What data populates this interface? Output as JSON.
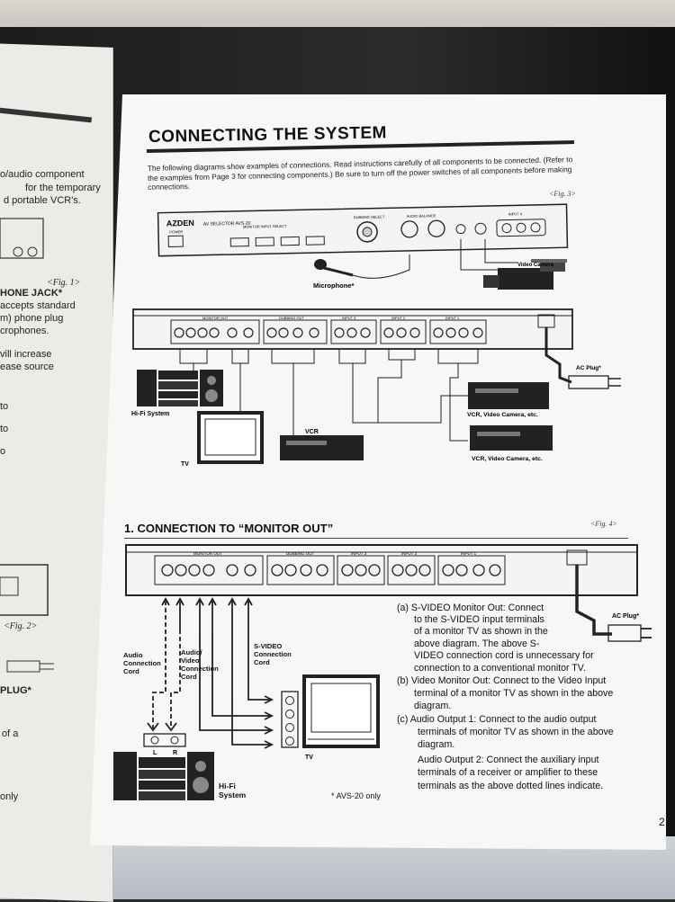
{
  "left_page": {
    "lines_top": [
      "o/audio component",
      "for the temporary",
      "d portable VCR's."
    ],
    "fig1": "<Fig. 1>",
    "jack_heading": "HONE JACK*",
    "jack_lines": [
      "accepts standard",
      "m) phone plug",
      "crophones."
    ],
    "mid_lines": [
      "vill increase",
      "ease source"
    ],
    "stub_lines": [
      "to",
      "to",
      "o"
    ],
    "fig2": "<Fig. 2>",
    "plug_label": "PLUG*",
    "of_a": "of a",
    "only": "only"
  },
  "page": {
    "title": "CONNECTING THE SYSTEM",
    "intro": "The following diagrams show examples of connections. Read instructions carefully of all components to be connected. (Refer to the examples from Page 3 for connecting components.) Be sure to turn off the power switches of all components before making connections.",
    "fig3": "<Fig. 3>",
    "fig4": "<Fig. 4>",
    "page_number": "2"
  },
  "fig3": {
    "brand": "AZDEN",
    "model": "AV SELECTOR  AVS-20",
    "monitor_select": "MONITOR INPUT SELECT",
    "dubbing_select": "DUBBING SELECT",
    "audio_balance": "AUDIO BALANCE",
    "power": "POWER",
    "input4": "INPUT 4",
    "microphone": "Microphone*",
    "video_camera": "Video Camera",
    "hifi": "Hi-Fi System",
    "vcr": "VCR",
    "vcr_cam_1": "VCR, Video Camera, etc.",
    "vcr_cam_2": "VCR, Video Camera, etc.",
    "tv": "TV",
    "ac_plug": "AC Plug*",
    "rear_sections": [
      "MONITOR OUT",
      "DUBBING OUT",
      "INPUT 3",
      "INPUT 2",
      "INPUT 1"
    ]
  },
  "section1": {
    "heading": "1. CONNECTION TO “MONITOR OUT”",
    "audio_cord": [
      "Audio",
      "Connection",
      "Cord"
    ],
    "av_cord": [
      "Audio/",
      "Video",
      "Connection",
      "Cord"
    ],
    "svideo_cord": [
      "S-VIDEO",
      "Connection",
      "Cord"
    ],
    "ac_plug": "AC Plug*",
    "tv": "TV",
    "hifi": [
      "Hi-Fi",
      "System"
    ],
    "l": "L",
    "r": "R",
    "note": "* AVS-20 only",
    "desc": [
      "(a)  S-VIDEO Monitor Out: Connect",
      "to the S-VIDEO input terminals",
      "of a monitor TV as shown in the",
      "above diagram. The above S-",
      "VIDEO connection cord is unnecessary for",
      "connection to a conventional monitor TV.",
      "(b)  Video Monitor Out: Connect to the Video Input",
      "terminal of a monitor TV as shown in the above",
      "diagram.",
      "(c)  Audio Output 1: Connect to the audio output",
      "terminals of monitor TV as shown in the above",
      "diagram.",
      "Audio Output 2: Connect the auxiliary input",
      "terminals of a receiver or amplifier to these",
      "terminals as the above dotted lines indicate."
    ],
    "rear_sections": [
      "MONITOR OUT",
      "DUBBING OUT",
      "INPUT 3",
      "INPUT 2",
      "INPUT 1"
    ]
  }
}
